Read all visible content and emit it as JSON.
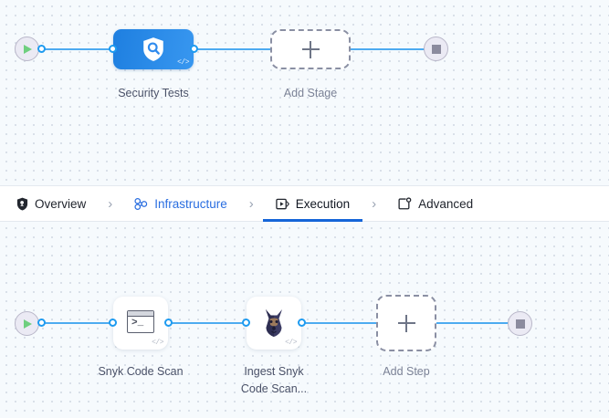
{
  "stage_canvas": {
    "start_node": {
      "name": "start",
      "icon": "play-icon"
    },
    "end_node": {
      "name": "stop",
      "icon": "stop-icon"
    },
    "nodes": [
      {
        "id": "security-tests",
        "label": "Security Tests",
        "icon": "shield-search-icon",
        "badge": "</>",
        "type": "stage"
      },
      {
        "id": "add-stage",
        "label": "Add Stage",
        "icon": "plus-icon",
        "type": "add"
      }
    ]
  },
  "tabs": [
    {
      "id": "overview",
      "label": "Overview",
      "icon": "shield-icon",
      "state": "inactive"
    },
    {
      "id": "infrastructure",
      "label": "Infrastructure",
      "icon": "infrastructure-nodes-icon",
      "state": "link"
    },
    {
      "id": "execution",
      "label": "Execution",
      "icon": "execution-play-box-icon",
      "state": "active"
    },
    {
      "id": "advanced",
      "label": "Advanced",
      "icon": "advanced-gear-card-icon",
      "state": "inactive"
    }
  ],
  "tab_separator": "›",
  "step_canvas": {
    "start_node": {
      "name": "start",
      "icon": "play-icon"
    },
    "end_node": {
      "name": "stop",
      "icon": "stop-icon"
    },
    "nodes": [
      {
        "id": "snyk-code-scan",
        "label": "Snyk Code Scan",
        "icon": "terminal-icon",
        "badge": "</>",
        "type": "step"
      },
      {
        "id": "ingest-snyk-code-scan",
        "label_line1": "Ingest Snyk",
        "label_line2": "Code Scan...",
        "icon": "snyk-dog-icon",
        "badge": "</>",
        "type": "step"
      },
      {
        "id": "add-step",
        "label": "Add Step",
        "icon": "plus-icon",
        "type": "add"
      }
    ]
  },
  "colors": {
    "accent_blue": "#1565d8",
    "link_blue": "#2a6ee0",
    "edge_blue": "#4dabf0",
    "stage_blue": "#2f8bee",
    "canvas_bg": "#f6fafd",
    "start_green": "#6fcf7f",
    "stop_gray": "#8b8b9e"
  }
}
